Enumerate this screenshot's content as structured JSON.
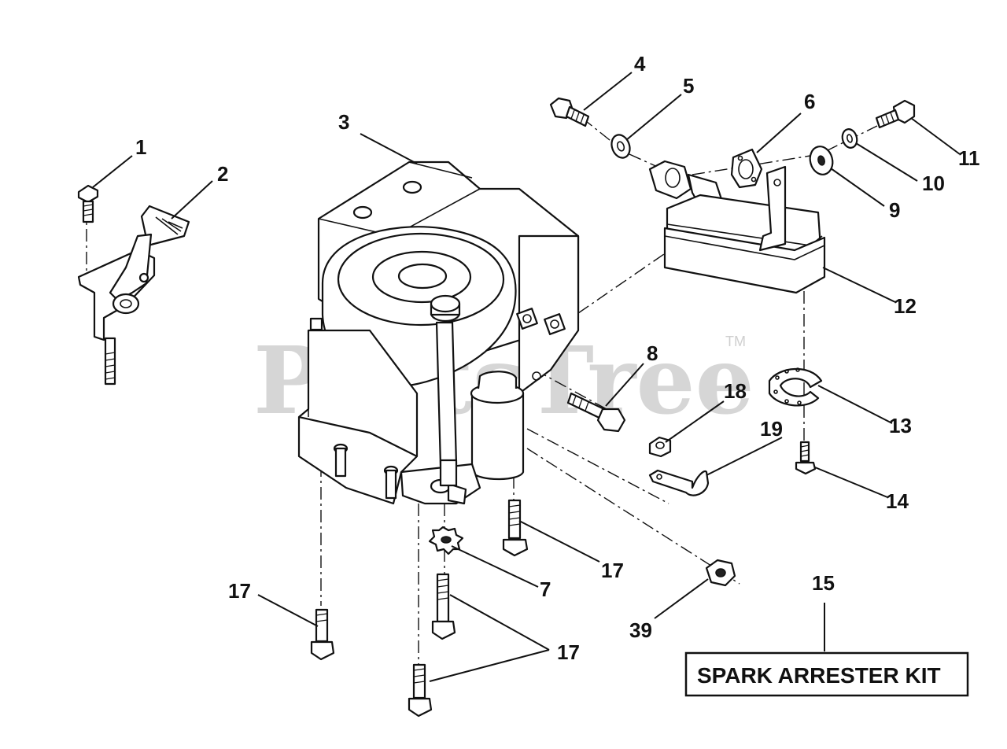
{
  "watermark": {
    "text": "PartsTree",
    "trademark": "TM"
  },
  "callouts": [
    {
      "id": "c1",
      "text": "1"
    },
    {
      "id": "c2",
      "text": "2"
    },
    {
      "id": "c3",
      "text": "3"
    },
    {
      "id": "c4",
      "text": "4"
    },
    {
      "id": "c5",
      "text": "5"
    },
    {
      "id": "c6",
      "text": "6"
    },
    {
      "id": "c7",
      "text": "7"
    },
    {
      "id": "c8",
      "text": "8"
    },
    {
      "id": "c9",
      "text": "9"
    },
    {
      "id": "c10",
      "text": "10"
    },
    {
      "id": "c11",
      "text": "11"
    },
    {
      "id": "c12",
      "text": "12"
    },
    {
      "id": "c13",
      "text": "13"
    },
    {
      "id": "c14",
      "text": "14"
    },
    {
      "id": "c15",
      "text": "15"
    },
    {
      "id": "c17a",
      "text": "17"
    },
    {
      "id": "c17b",
      "text": "17"
    },
    {
      "id": "c17c",
      "text": "17"
    },
    {
      "id": "c18",
      "text": "18"
    },
    {
      "id": "c19",
      "text": "19"
    },
    {
      "id": "c39",
      "text": "39"
    }
  ],
  "kit_box": {
    "label": "SPARK ARRESTER KIT"
  }
}
